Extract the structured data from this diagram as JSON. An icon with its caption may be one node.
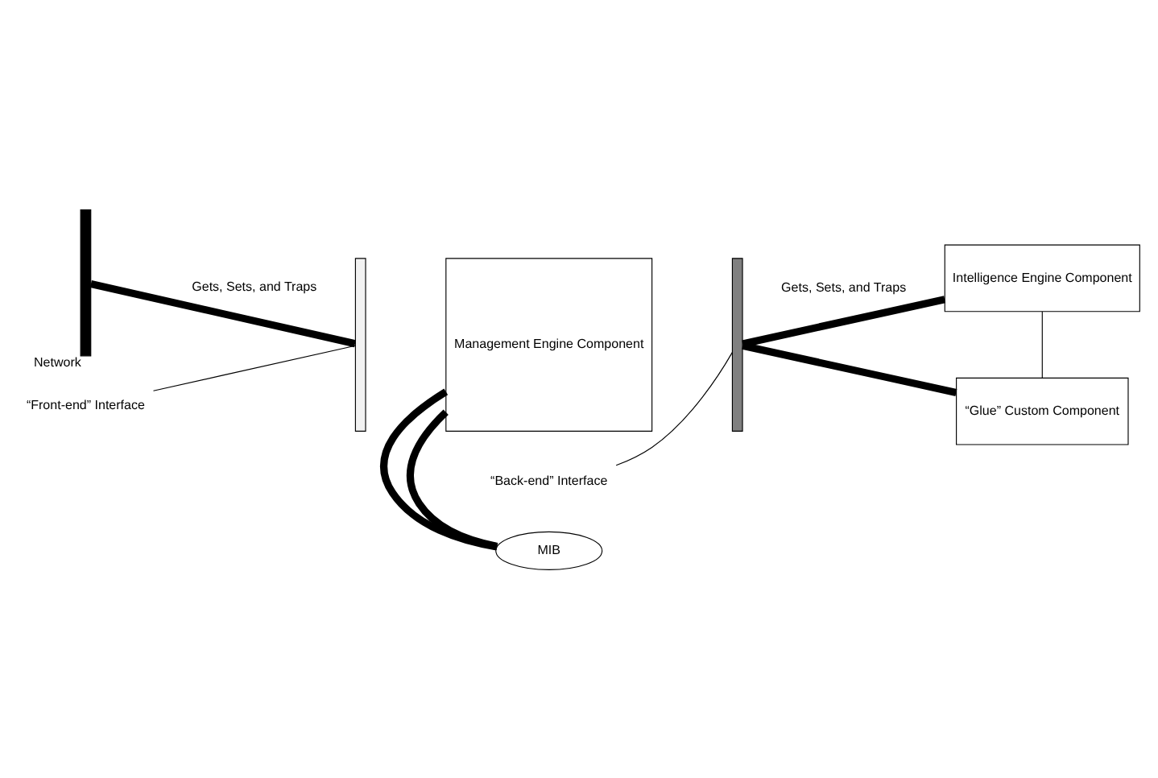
{
  "diagram": {
    "nodes": [
      {
        "text": [],
        "shape": "bar",
        "beside": [
          "Network"
        ]
      },
      {
        "text": [
          "Management Engine Component"
        ]
      },
      {
        "text": [],
        "shape": "bar"
      },
      {
        "text": [],
        "shape": "bar"
      },
      {
        "text": [
          "Intelligence Engine Component"
        ]
      },
      {
        "text": [
          "“Glue” Custom Component"
        ]
      },
      {
        "text": [
          "MIB"
        ]
      },
      {
        "text": [
          "“Front-end” Interface"
        ]
      },
      {
        "text": [
          "“Back-end” Interface"
        ]
      }
    ],
    "edges": [
      {
        "from": 0,
        "to": 2,
        "arrow": "none",
        "label": "Gets, Sets, and Traps"
      },
      {
        "from": 3,
        "to": 4,
        "arrow": "none",
        "label": "Gets, Sets, and Traps"
      },
      {
        "from": 3,
        "to": 5,
        "arrow": "none"
      },
      {
        "from": 4,
        "to": 5,
        "arrow": "none"
      },
      {
        "from": 1,
        "to": 6,
        "arrow": "none"
      },
      {
        "from": 1,
        "to": 6,
        "arrow": "none"
      },
      {
        "from": 7,
        "to": 2,
        "arrow": "none"
      },
      {
        "from": 8,
        "to": 3,
        "arrow": "none"
      }
    ]
  }
}
